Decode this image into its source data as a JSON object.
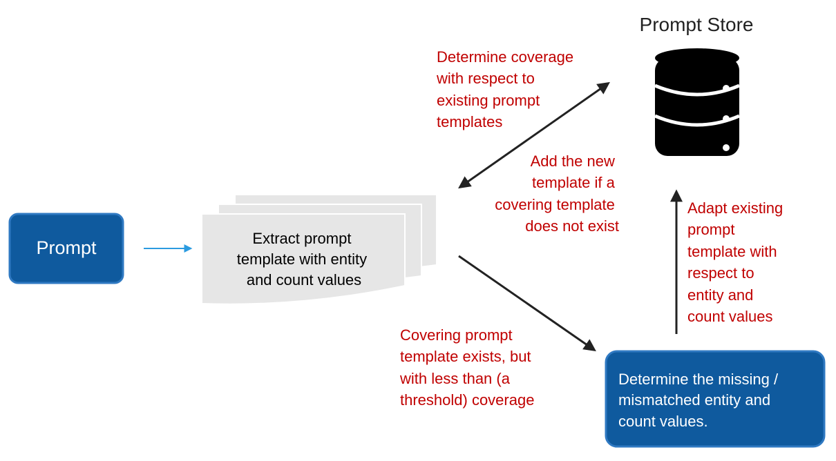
{
  "title": "Prompt Store",
  "nodes": {
    "prompt": "Prompt",
    "extract": [
      "Extract prompt",
      "template with entity",
      "and count values"
    ],
    "determine": [
      "Determine the missing /",
      "mismatched entity and",
      "count values."
    ]
  },
  "annotations": {
    "coverage": [
      "Determine coverage",
      "with respect to",
      "existing prompt",
      "templates"
    ],
    "add_new": [
      "Add the new",
      "template if a",
      "covering template",
      "does not exist"
    ],
    "covering_exists": [
      "Covering prompt",
      "template exists, but",
      "with less than (a",
      "threshold) coverage"
    ],
    "adapt": [
      "Adapt existing",
      "prompt",
      "template with",
      "respect to",
      "entity and",
      "count values"
    ]
  },
  "icons": {
    "store": "database-icon"
  },
  "colors": {
    "node_fill": "#0f5a9e",
    "node_stroke": "#2f79c2",
    "annotation": "#c00000",
    "arrow_dark": "#222222",
    "arrow_light": "#2b9be0",
    "doc_fill": "#e6e6e6"
  }
}
